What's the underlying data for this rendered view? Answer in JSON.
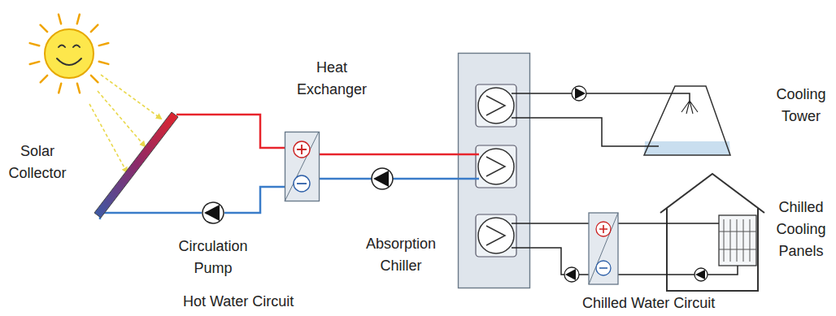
{
  "diagram": {
    "nodes": [
      {
        "text": [
          "Solar Collector"
        ]
      },
      {
        "text": [
          "Heat Exchanger"
        ]
      },
      {
        "text": [
          "Circulation Pump"
        ]
      },
      {
        "text": [
          "Absorption Chiller"
        ]
      },
      {
        "text": [
          "Cooling Tower"
        ]
      },
      {
        "text": [
          "Chilled Cooling Panels"
        ]
      }
    ],
    "edges": [
      {
        "from": 0,
        "to": 1,
        "arrow": "none"
      },
      {
        "from": 1,
        "to": 2,
        "arrow": "none"
      },
      {
        "from": 2,
        "to": 0,
        "arrow": "none"
      },
      {
        "from": 1,
        "to": 3,
        "arrow": "none"
      },
      {
        "from": 3,
        "to": 1,
        "arrow": "none"
      },
      {
        "from": 3,
        "to": 4,
        "arrow": "none"
      },
      {
        "from": 4,
        "to": 3,
        "arrow": "none"
      },
      {
        "from": 3,
        "to": 5,
        "arrow": "none"
      },
      {
        "from": 5,
        "to": 3,
        "arrow": "none"
      }
    ],
    "labels": [
      "Hot Water Circuit",
      "Chilled Water Circuit"
    ]
  }
}
